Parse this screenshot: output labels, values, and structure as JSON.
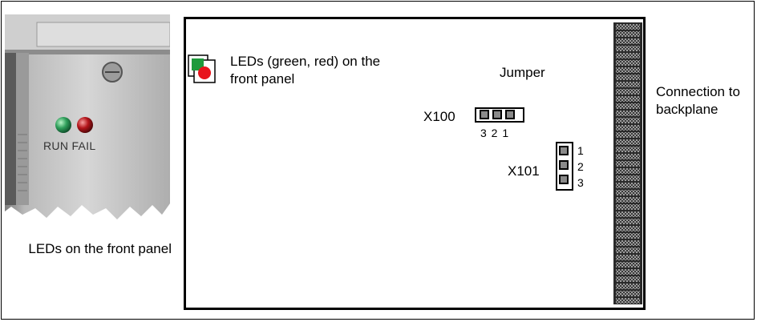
{
  "photo": {
    "run_label": "RUN",
    "fail_label": "FAIL",
    "caption": "LEDs on the front panel",
    "colors": {
      "run_led": "#2e9e5a",
      "fail_led": "#b3141a",
      "panel": "#c9c9c9"
    }
  },
  "board": {
    "led_legend": "LEDs (green, red) on the front panel",
    "jumper_label": "Jumper",
    "x100": {
      "label": "X100",
      "pins": "3 2 1"
    },
    "x101": {
      "label": "X101",
      "pins": [
        "1",
        "2",
        "3"
      ]
    },
    "connection": "Connection to backplane",
    "colors": {
      "green": "#1e9a3c",
      "red": "#e8141c",
      "pin": "#8a8a8a"
    }
  }
}
